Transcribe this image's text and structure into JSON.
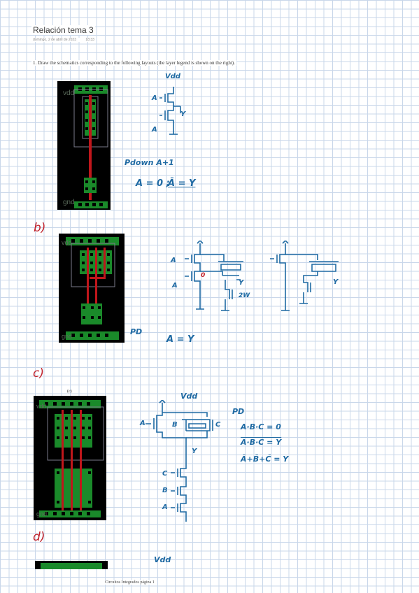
{
  "header": {
    "title": "Relación tema 3",
    "date": "domingo, 2 de abril de 2023",
    "time": "18:33"
  },
  "question": "1. Draw the schematics corresponding to the following layouts (the layer legend is shown on the right).",
  "sections": {
    "b": "b)",
    "c": "c)",
    "d": "d)"
  },
  "caption_c": "(c)",
  "layout_labels": {
    "vdd": "vdd",
    "gnd": "gnd"
  },
  "notes": {
    "a_vdd": "Vdd",
    "a_A1": "A",
    "a_A2": "A",
    "a_Y": "Y",
    "a_pdown": "Pdown A+1",
    "a_eq": "A = 0 ;",
    "a_res": "Ā = Y",
    "b_A1": "A",
    "b_A2": "A",
    "b_zero": "0",
    "b_Y": "Y",
    "b_2w": "2W",
    "b_Y2": "Y",
    "b_pd": "PD",
    "b_eq": "A = Y",
    "c_vdd": "Vdd",
    "c_A": "A",
    "c_B": "B",
    "c_C": "C",
    "c_Y": "Y",
    "c_C2": "C",
    "c_B2": "B",
    "c_A2": "A",
    "c_pd": "PD",
    "c_eq1": "A·B·C = 0",
    "c_eq2": "A·B·C = Y",
    "c_eq3": "Ā+B̄+C̄ = Y",
    "d_vdd": "Vdd"
  },
  "footer": "Circuitos Integrados página 1",
  "colors": {
    "ink": "#1f6aa3",
    "red_ink": "#c0202a",
    "grid": "#c9d7ea",
    "poly": "#c0161b",
    "diffusion": "#1a8a2a",
    "metal": "#7a7a8a"
  }
}
